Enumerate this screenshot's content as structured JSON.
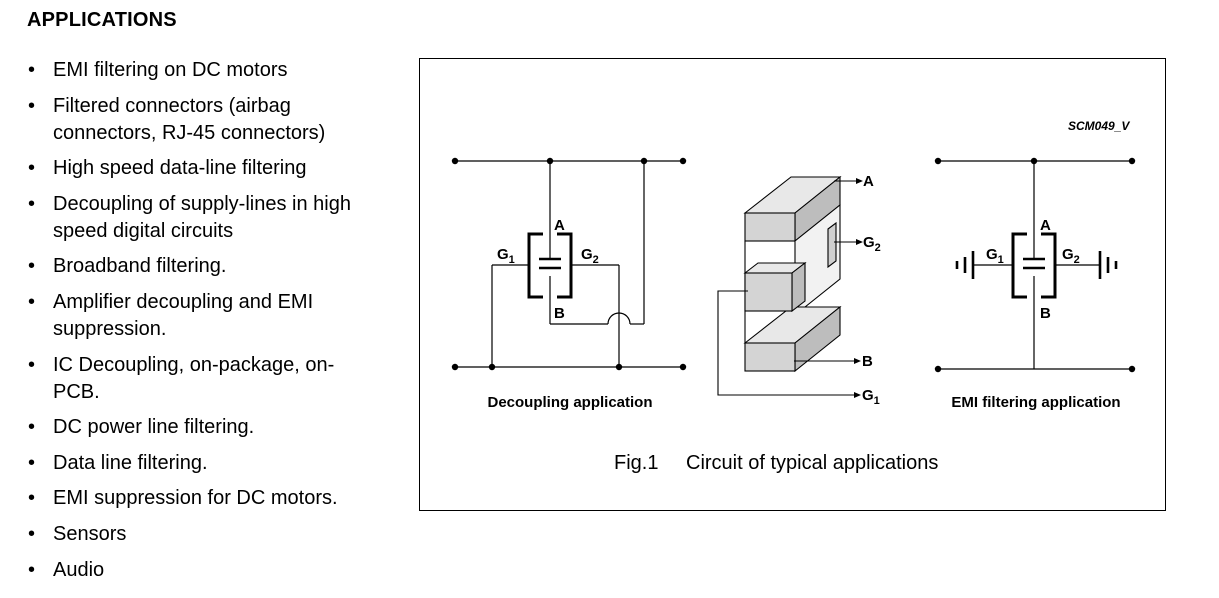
{
  "section": {
    "heading": "APPLICATIONS",
    "bullet": "•",
    "items": [
      [
        "EMI filtering on DC motors"
      ],
      [
        "Filtered connectors (airbag",
        "connectors, RJ-45 connectors)"
      ],
      [
        "High speed data-line filtering"
      ],
      [
        "Decoupling of supply-lines in high",
        "speed digital circuits"
      ],
      [
        "Broadband filtering."
      ],
      [
        "Amplifier decoupling and EMI",
        "suppression."
      ],
      [
        "IC Decoupling, on-package, on-",
        "PCB."
      ],
      [
        "DC power line filtering."
      ],
      [
        "Data line filtering."
      ],
      [
        "EMI suppression for DC motors."
      ],
      [
        "Sensors"
      ],
      [
        "Audio"
      ]
    ]
  },
  "figure": {
    "ref_code": "SCM049_V",
    "caption_number": "Fig.1",
    "caption_text": "Circuit of typical applications",
    "decoupling": {
      "caption": "Decoupling application",
      "label_a": "A",
      "label_b": "B",
      "label_g1": "G",
      "label_g1_sub": "1",
      "label_g2": "G",
      "label_g2_sub": "2"
    },
    "component": {
      "label_a": "A",
      "label_b": "B",
      "label_g1": "G",
      "label_g1_sub": "1",
      "label_g2": "G",
      "label_g2_sub": "2"
    },
    "emi": {
      "caption": "EMI filtering application",
      "label_a": "A",
      "label_b": "B",
      "label_g1": "G",
      "label_g1_sub": "1",
      "label_g2": "G",
      "label_g2_sub": "2"
    }
  }
}
